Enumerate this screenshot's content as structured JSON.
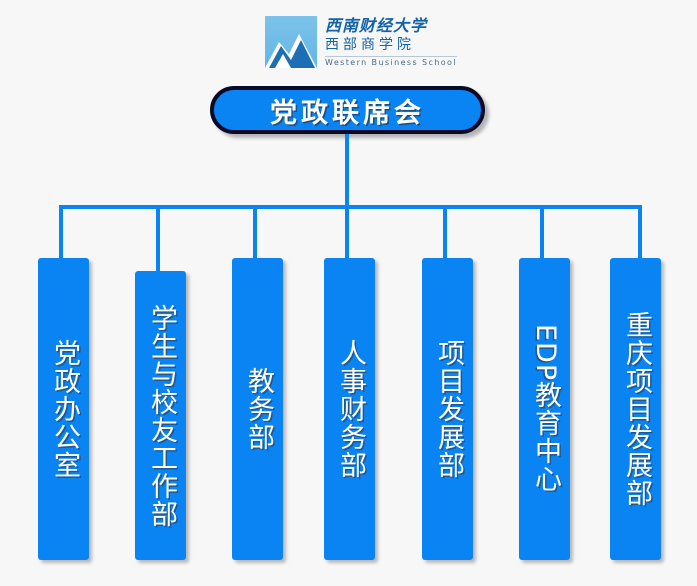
{
  "page": {
    "background_color": "#f7f7f7",
    "accent_color": "#0b84f3",
    "border_color": "#0a0a28",
    "text_color": "#ffffff"
  },
  "logo": {
    "icon_name": "mountain-logo-icon",
    "line1": "西南财经大学",
    "line2": "西部商学院",
    "line3": "Western Business School",
    "mark_color": "#63b5e5",
    "text_color": "#1463a8"
  },
  "chart_data": {
    "type": "diagram",
    "title": "党政联席会",
    "root": {
      "label": "党政联席会",
      "shape": "rounded-rectangle",
      "fill": "#0b84f3",
      "border": "#0a0a28"
    },
    "children": [
      {
        "label": "党政办公室",
        "chars": 5,
        "orientation": "vertical"
      },
      {
        "label": "学生与校友工作部",
        "chars": 8,
        "orientation": "vertical"
      },
      {
        "label": "教务部",
        "chars": 3,
        "orientation": "vertical"
      },
      {
        "label": "人事财务部",
        "chars": 5,
        "orientation": "vertical"
      },
      {
        "label": "项目发展部",
        "chars": 5,
        "orientation": "vertical"
      },
      {
        "label": "EDP教育中心",
        "chars": 7,
        "orientation": "vertical",
        "has_latin": true
      },
      {
        "label": "重庆项目发展部",
        "chars": 7,
        "orientation": "vertical"
      }
    ]
  }
}
